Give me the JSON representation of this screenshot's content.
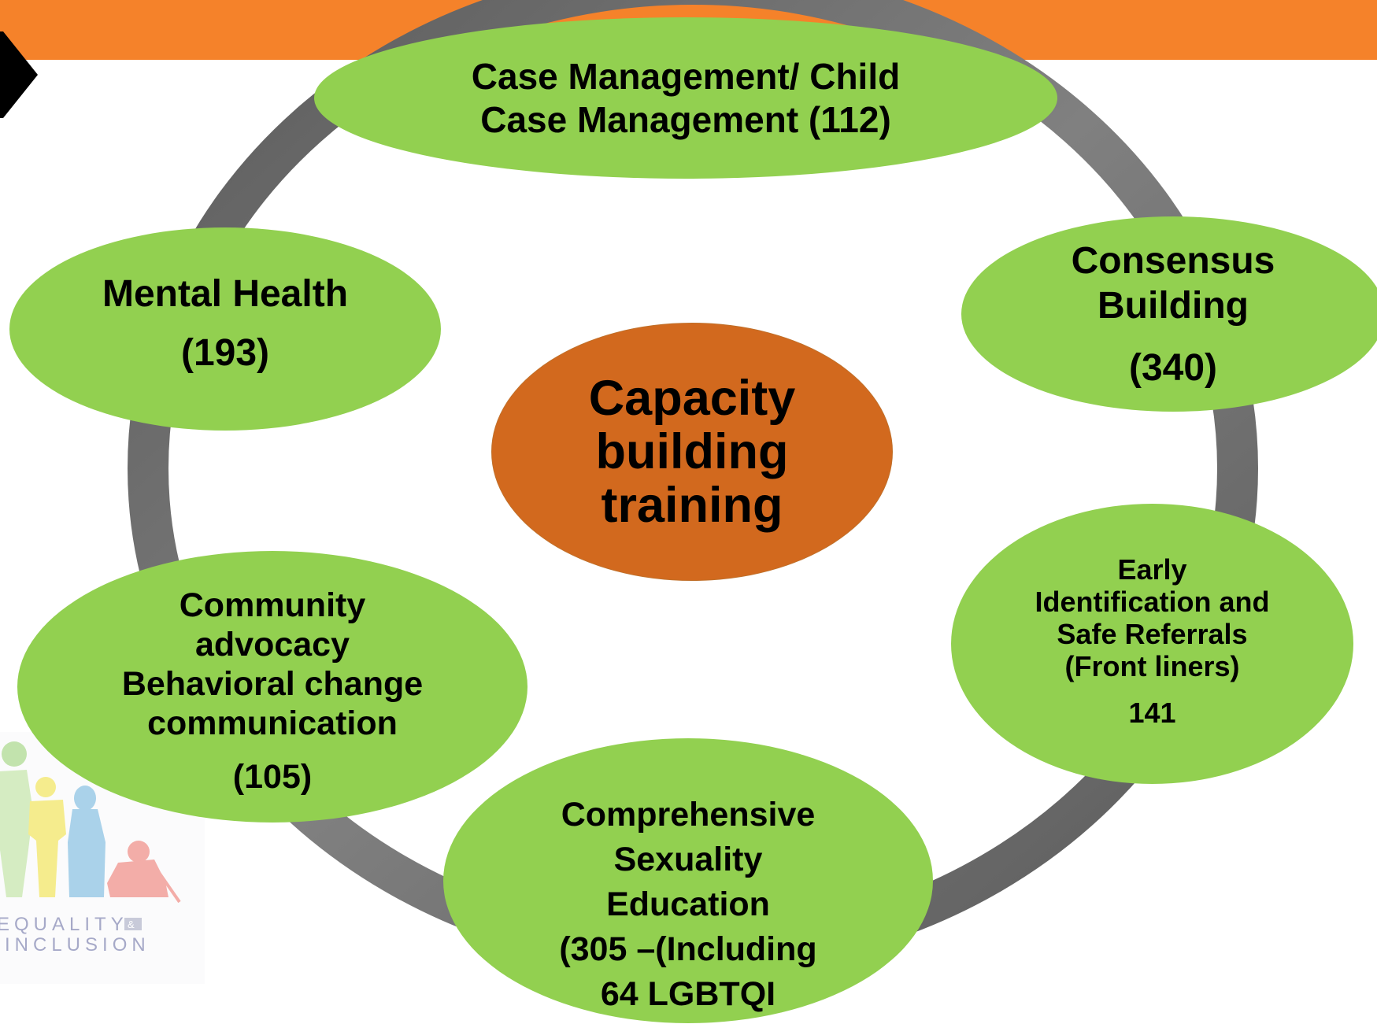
{
  "diagram": {
    "center": {
      "lines": [
        "Capacity",
        "building",
        "training"
      ]
    },
    "bubbles": {
      "case_management": {
        "lines": [
          "Case Management/ Child",
          "Case Management (112)"
        ]
      },
      "consensus_building": {
        "lines": [
          "Consensus",
          "Building"
        ],
        "count": "(340)"
      },
      "mental_health": {
        "lines": [
          "Mental Health"
        ],
        "count": "(193)"
      },
      "early_identification": {
        "lines": [
          "Early",
          "Identification and",
          "Safe Referrals",
          "(Front liners)"
        ],
        "count": "141"
      },
      "community_advocacy": {
        "lines": [
          "Community",
          "advocacy",
          "Behavioral change",
          "communication"
        ],
        "count": "(105)"
      },
      "comprehensive_sexuality": {
        "lines": [
          "Comprehensive",
          "Sexuality",
          "Education",
          "(305 –(Including",
          "64 LGBTQI"
        ]
      }
    }
  },
  "logo": {
    "line1": "EQUALITY",
    "ampersand": "&",
    "line2": "INCLUSION"
  },
  "colors": {
    "header_orange": "#f5822a",
    "bubble_green": "#92d050",
    "center_orange": "#d2691e",
    "ring_gray": "#6e6e6e"
  }
}
